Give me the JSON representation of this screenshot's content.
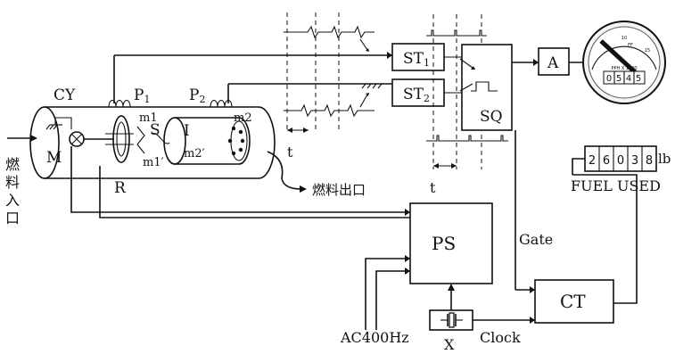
{
  "labels": {
    "cy": "CY",
    "m_motor": "M",
    "p1_main": "P",
    "p1_sub": "1",
    "p2_main": "P",
    "p2_sub": "2",
    "s": "S",
    "r": "R",
    "i": "I",
    "m1": "m1",
    "m1_prime": "m1′",
    "m2_prime": "m2′",
    "m2": "m2",
    "t": "t",
    "a": "A",
    "sq": "SQ",
    "ps": "PS",
    "ct": "CT",
    "x": "X",
    "gate": "Gate",
    "clock": "Clock",
    "ac400": "AC400Hz",
    "fuel_used": "FUEL USED",
    "lb": "lb",
    "fuel_inlet_cn": [
      "燃",
      "料",
      "入",
      "口"
    ],
    "fuel_outlet_cn": "燃料出口"
  },
  "blocks": {
    "st1_main": "ST",
    "st1_sub": "1",
    "st2_main": "ST",
    "st2_sub": "2"
  },
  "fuel_used_digits": [
    "2",
    "6",
    "0",
    "3",
    "8"
  ],
  "gauge": {
    "counter_digits": [
      "0",
      "5",
      "4",
      "5"
    ],
    "scale_marks": [
      "10",
      "FF",
      "15"
    ],
    "unit_text": "PPH X 1000"
  }
}
